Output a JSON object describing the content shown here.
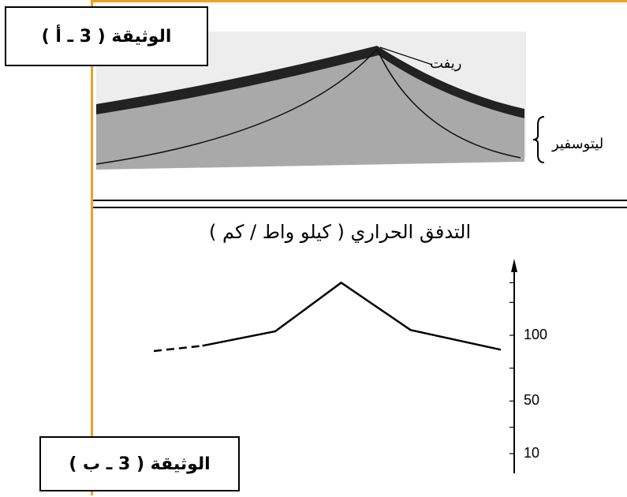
{
  "document_a": {
    "label": "الوثيقة ( 3 ـ أ )"
  },
  "document_b": {
    "label": "الوثيقة ( 3 ـ ب )"
  },
  "cross_section": {
    "rift_label": "ريفت",
    "lithosphere_label": "ليتوسفير"
  },
  "chart_data": {
    "type": "line",
    "title": "التدفق الحراري ( كيلو واط / كم )",
    "y_ticks": [
      10,
      50,
      100
    ],
    "series": [
      {
        "values": [
          {
            "x": 0,
            "y": 88
          },
          {
            "x": 0.14,
            "y": 92
          },
          {
            "x": 0.35,
            "y": 103
          },
          {
            "x": 0.54,
            "y": 140
          },
          {
            "x": 0.74,
            "y": 104
          },
          {
            "x": 1.0,
            "y": 89
          }
        ]
      }
    ]
  },
  "colors": {
    "frame_accent": "#f0a020",
    "crust_dark": "#222222",
    "mantle_gray": "#a8a8a8",
    "sky_gray": "#e6e6e6"
  }
}
